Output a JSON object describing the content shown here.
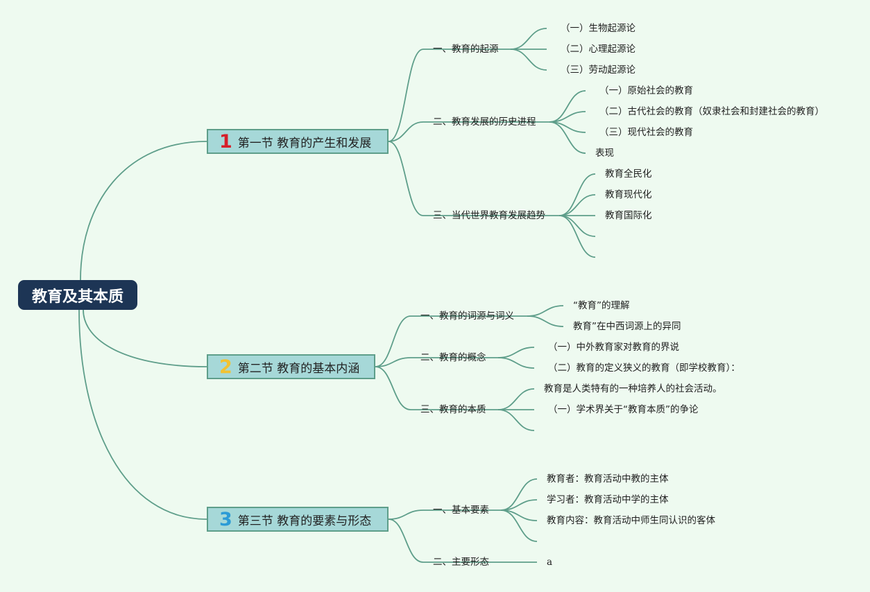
{
  "root": "教育及其本质",
  "colors": {
    "background": "#eefaf0",
    "line": "#5e9e8a",
    "root_bg": "#1d3555",
    "section_bg": "#a6d8d8",
    "num1": "#d6202a",
    "num2": "#f2c231",
    "num3": "#2c9bd6"
  },
  "sections": [
    {
      "number": "1",
      "title": "第一节 教育的产生和发展",
      "branches": [
        {
          "label": "一、教育的起源",
          "leaves": [
            "（一）生物起源论",
            "（二）心理起源论",
            "（三）劳动起源论"
          ]
        },
        {
          "label": "二、教育发展的历史进程",
          "leaves": [
            "（一）原始社会的教育",
            "（二）古代社会的教育（奴隶社会和封建社会的教育）",
            "（三）现代社会的教育",
            "表现"
          ]
        },
        {
          "label": "三、当代世界教育发展趋势",
          "leaves": [
            "教育全民化",
            "教育现代化",
            "教育国际化",
            "",
            ""
          ]
        }
      ]
    },
    {
      "number": "2",
      "title": "第二节 教育的基本内涵",
      "branches": [
        {
          "label": "一、教育的词源与词义",
          "leaves": [
            "“教育”的理解",
            "教育”在中西词源上的异同"
          ]
        },
        {
          "label": "二、教育的概念",
          "leaves": [
            "（一）中外教育家对教育的界说",
            "（二）教育的定义狭义的教育（即学校教育）："
          ]
        },
        {
          "label": "三、教育的本质",
          "leaves": [
            "教育是人类特有的一种培养人的社会活动。",
            "（一）学术界关于“教育本质”的争论",
            ""
          ]
        }
      ]
    },
    {
      "number": "3",
      "title": "第三节 教育的要素与形态",
      "branches": [
        {
          "label": "一、基本要素",
          "leaves": [
            "教育者：教育活动中教的主体",
            "学习者：教育活动中学的主体",
            "教育内容：教育活动中师生同认识的客体",
            ""
          ]
        },
        {
          "label": "二、主要形态",
          "leaves": [
            "a"
          ]
        }
      ]
    }
  ]
}
